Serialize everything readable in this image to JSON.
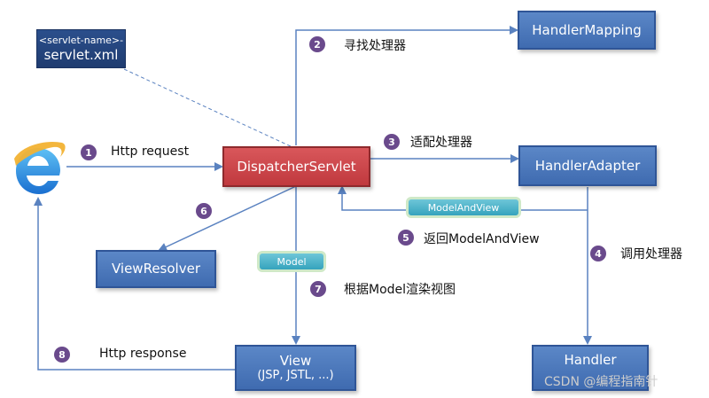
{
  "boxes": {
    "servlet_name": "<servlet-name>-",
    "servlet_xml": "servlet.xml",
    "dispatcher": "DispatcherServlet",
    "handler_mapping": "HandlerMapping",
    "handler_adapter": "HandlerAdapter",
    "view_resolver": "ViewResolver",
    "view_title": "View",
    "view_subtitle": "(JSP, JSTL, ...)",
    "handler": "Handler"
  },
  "tags": {
    "model_and_view": "ModelAndView",
    "model": "Model"
  },
  "steps": [
    {
      "num": "1",
      "label": "Http request"
    },
    {
      "num": "2",
      "label": "寻找处理器"
    },
    {
      "num": "3",
      "label": "适配处理器"
    },
    {
      "num": "4",
      "label": "调用处理器"
    },
    {
      "num": "5",
      "label": "返回ModelAndView"
    },
    {
      "num": "6",
      "label": ""
    },
    {
      "num": "7",
      "label": "根据Model渲染视图"
    },
    {
      "num": "8",
      "label": "Http response"
    }
  ],
  "watermark": "CSDN @编程指南针",
  "colors": {
    "box_blue": "#4a77bb",
    "box_red": "#cc4448",
    "box_navy": "#24467f",
    "tag_teal": "#47b0c7",
    "step_purple": "#6a4a8c",
    "line": "#5a82c0"
  },
  "icons": {
    "browser": "internet-explorer-icon"
  }
}
